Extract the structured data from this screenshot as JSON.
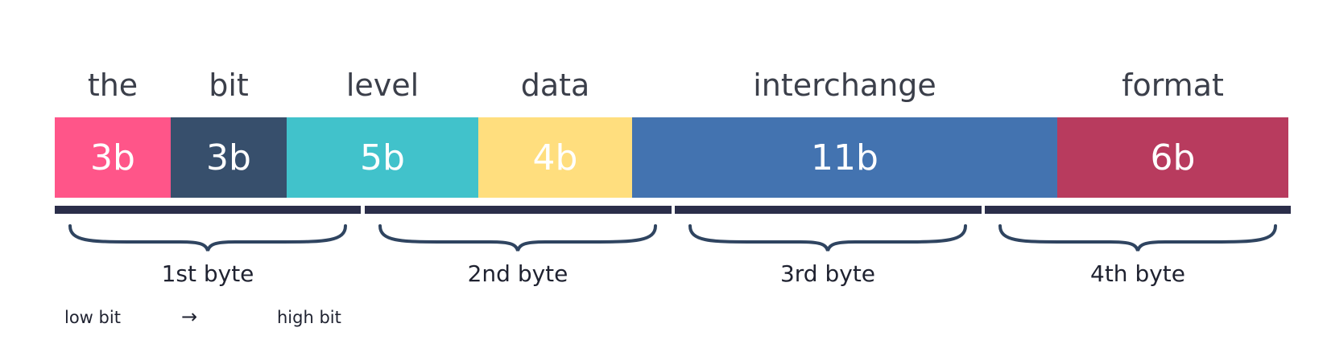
{
  "words": [
    "the",
    "bit",
    "level",
    "data",
    "interchange",
    "format"
  ],
  "fields": [
    {
      "label": "3b",
      "bits": 3,
      "color": "#FF5589"
    },
    {
      "label": "3b",
      "bits": 3,
      "color": "#374F6C"
    },
    {
      "label": "5b",
      "bits": 5,
      "color": "#41C2CB"
    },
    {
      "label": "4b",
      "bits": 4,
      "color": "#FFDE7E"
    },
    {
      "label": "11b",
      "bits": 11,
      "color": "#4373B0"
    },
    {
      "label": "6b",
      "bits": 6,
      "color": "#B83B5E"
    }
  ],
  "bytes": [
    "1st byte",
    "2nd byte",
    "3rd byte",
    "4th byte"
  ],
  "legend": {
    "low": "low bit",
    "arrow": "→",
    "high": "high bit"
  },
  "colors": {
    "byte_bar": "#2B2E4A",
    "brace": "#2F4460",
    "text": "#3B3F4A"
  }
}
